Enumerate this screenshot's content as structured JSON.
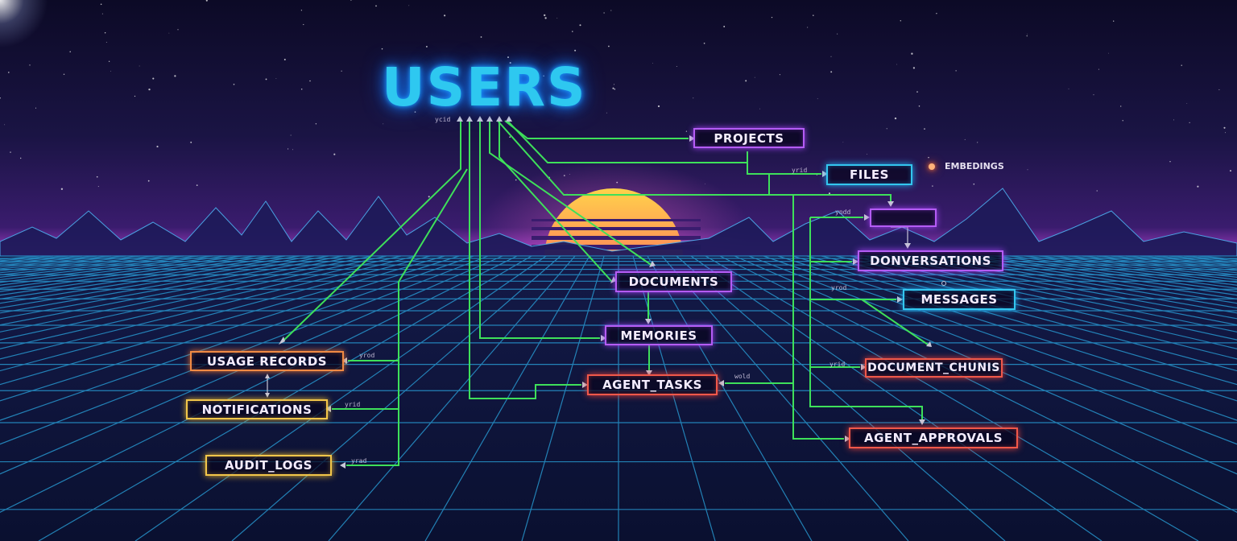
{
  "diagram": {
    "title": "USERS",
    "accent_colors": {
      "link": "#3ee05a",
      "title": "#2ec8f0",
      "purple": "#b45cf5",
      "cyan": "#33c6ee",
      "red": "#f0584a",
      "orange": "#f08a44",
      "yellow": "#f2c64a"
    },
    "nodes": {
      "projects": "PROJECTS",
      "files": "FILES",
      "embeddings": "EMBEDINGS",
      "unlabeled_box": "",
      "conversations": "DONVERSATIONS",
      "messages": "MESSAGES",
      "documents": "DOCUMENTS",
      "memories": "MEMORIES",
      "agent_tasks": "AGENT_TASKS",
      "document_chunks": "DOCUMENT_CHUNIS",
      "agent_approvals": "AGENT_APPROVALS",
      "usage_records": "USAGE RECORDS",
      "notifications": "NOTIFICATIONS",
      "audit_logs": "AUDIT_LOGS"
    },
    "edge_labels": {
      "users_uid": "ycid",
      "files_link": "yrid",
      "convo_link": "yndd",
      "messages_link": "yrod",
      "chunks_link": "yrid",
      "tasks_link": "wold",
      "usage_link": "yrod",
      "notifications_link": "yrid",
      "audit_link": "yrad"
    }
  }
}
